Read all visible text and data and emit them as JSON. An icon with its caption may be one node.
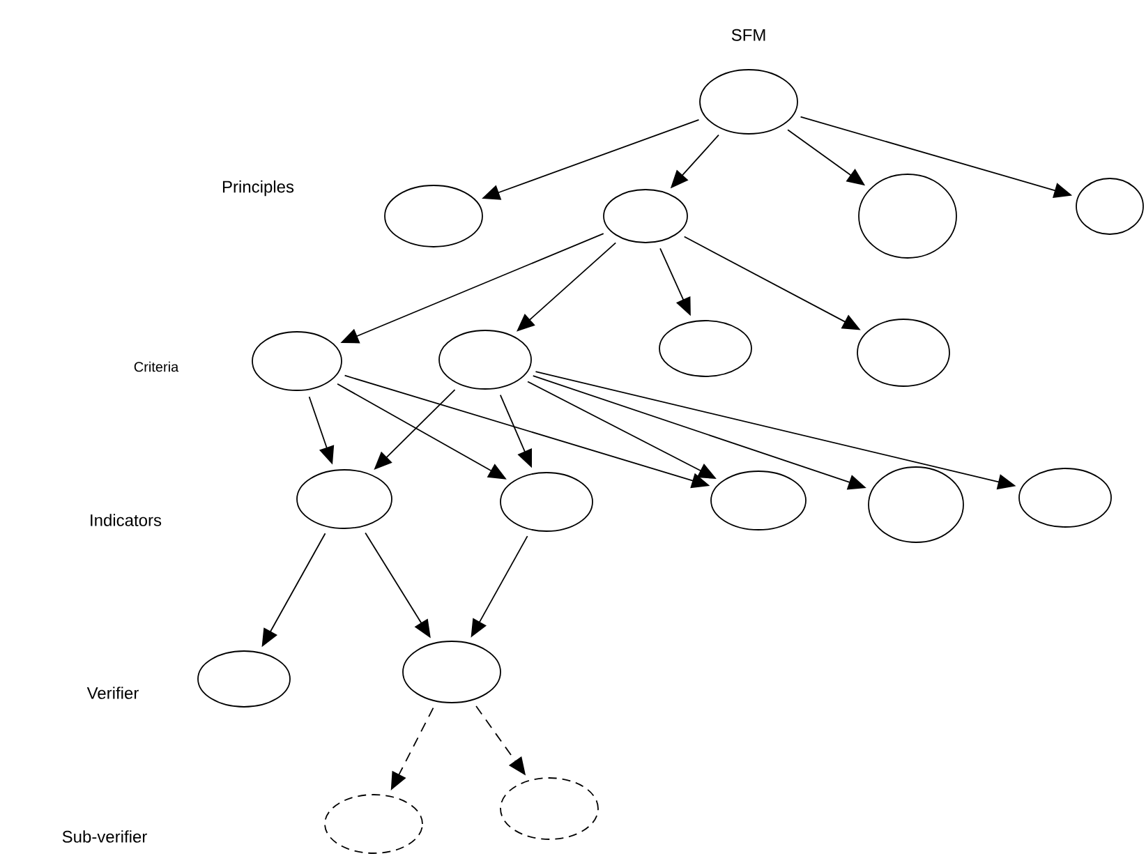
{
  "diagram": {
    "nodes": [
      {
        "text": [
          "SFM"
        ]
      },
      {
        "text": [],
        "shape": "ellipse"
      },
      {
        "text": [],
        "shape": "ellipse"
      },
      {
        "text": [],
        "shape": "ellipse"
      },
      {
        "text": [],
        "shape": "ellipse"
      },
      {
        "text": [],
        "shape": "ellipse"
      },
      {
        "text": [],
        "shape": "ellipse"
      },
      {
        "text": [],
        "shape": "ellipse"
      },
      {
        "text": [],
        "shape": "ellipse"
      },
      {
        "text": [],
        "shape": "ellipse"
      },
      {
        "text": [],
        "shape": "ellipse"
      },
      {
        "text": [],
        "shape": "ellipse"
      },
      {
        "text": [],
        "shape": "ellipse"
      },
      {
        "text": [],
        "shape": "ellipse"
      },
      {
        "text": [],
        "shape": "ellipse"
      },
      {
        "text": [],
        "shape": "ellipse"
      },
      {
        "text": [],
        "shape": "ellipse"
      },
      {
        "text": [],
        "shape": "ellipse"
      }
    ],
    "edges": [
      {
        "from": 0,
        "to": 1,
        "arrow": "to"
      },
      {
        "from": 0,
        "to": 2,
        "arrow": "to"
      },
      {
        "from": 0,
        "to": 3,
        "arrow": "to"
      },
      {
        "from": 0,
        "to": 4,
        "arrow": "to"
      },
      {
        "from": 2,
        "to": 5,
        "arrow": "to"
      },
      {
        "from": 2,
        "to": 6,
        "arrow": "to"
      },
      {
        "from": 2,
        "to": 7,
        "arrow": "to"
      },
      {
        "from": 2,
        "to": 8,
        "arrow": "to"
      },
      {
        "from": 5,
        "to": 9,
        "arrow": "to"
      },
      {
        "from": 5,
        "to": 10,
        "arrow": "to"
      },
      {
        "from": 5,
        "to": 11,
        "arrow": "to"
      },
      {
        "from": 6,
        "to": 9,
        "arrow": "to"
      },
      {
        "from": 6,
        "to": 10,
        "arrow": "to"
      },
      {
        "from": 6,
        "to": 11,
        "arrow": "to"
      },
      {
        "from": 6,
        "to": 12,
        "arrow": "to"
      },
      {
        "from": 6,
        "to": 13,
        "arrow": "to"
      },
      {
        "from": 9,
        "to": 14,
        "arrow": "to"
      },
      {
        "from": 9,
        "to": 15,
        "arrow": "to"
      },
      {
        "from": 10,
        "to": 15,
        "arrow": "to"
      },
      {
        "from": 15,
        "to": 16,
        "arrow": "to",
        "style": "dashed"
      },
      {
        "from": 15,
        "to": 17,
        "arrow": "to",
        "style": "dashed"
      }
    ],
    "labels": [
      "Principles",
      "Criteria",
      "Indicators",
      "Verifier",
      "Sub-verifier"
    ]
  }
}
